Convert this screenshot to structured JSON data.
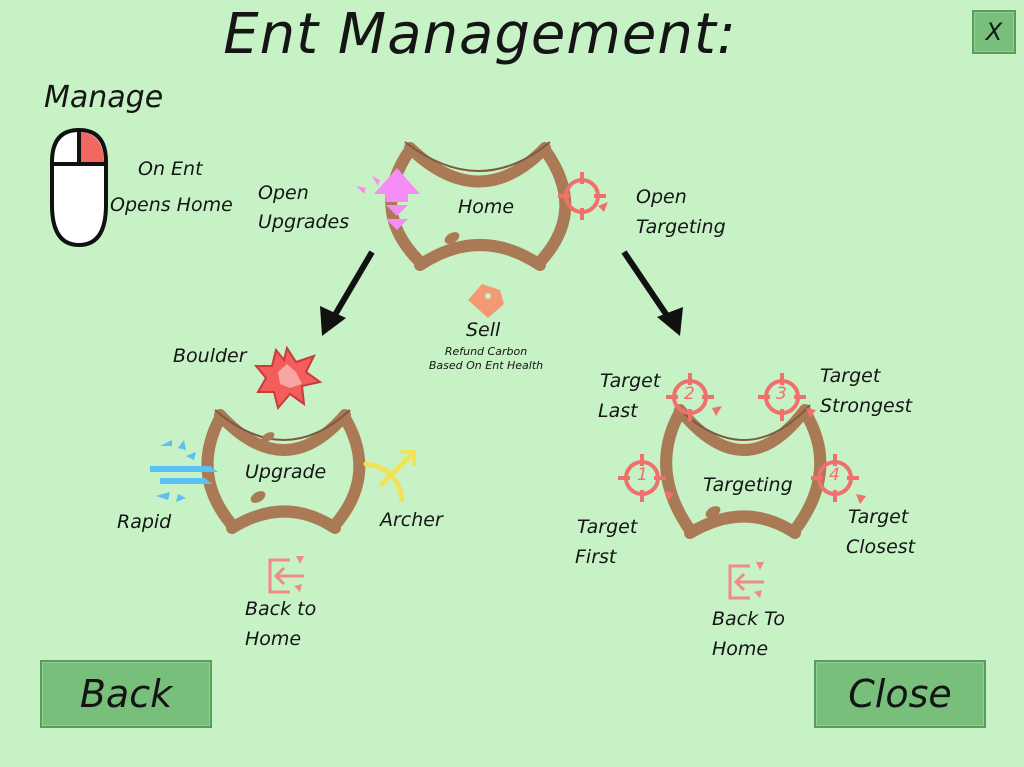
{
  "title": "Ent Management:",
  "close_x": "X",
  "manage": {
    "heading": "Manage",
    "hint_line1": "On Ent",
    "hint_line2": "Opens Home"
  },
  "home": {
    "center": "Home",
    "upgrades_line1": "Open",
    "upgrades_line2": "Upgrades",
    "targeting_line1": "Open",
    "targeting_line2": "Targeting",
    "sell": "Sell",
    "sell_desc_line1": "Refund Carbon",
    "sell_desc_line2": "Based On Ent Health"
  },
  "upgrade": {
    "center": "Upgrade",
    "boulder": "Boulder",
    "rapid": "Rapid",
    "archer": "Archer",
    "back_line1": "Back to",
    "back_line2": "Home"
  },
  "targeting": {
    "center": "Targeting",
    "last_line1": "Target",
    "last_line2": "Last",
    "strongest_line1": "Target",
    "strongest_line2": "Strongest",
    "first_line1": "Target",
    "first_line2": "First",
    "closest_line1": "Target",
    "closest_line2": "Closest",
    "num_first": "1",
    "num_last": "2",
    "num_strongest": "3",
    "num_closest": "4",
    "back_line1": "Back To",
    "back_line2": "Home"
  },
  "buttons": {
    "back": "Back",
    "close": "Close"
  },
  "colors": {
    "background": "#c6f2c6",
    "button": "#77bf7a",
    "branch": "#a97a55",
    "upgrade_icon": "#f58df5",
    "target_icon": "#f0706b",
    "rapid_icon": "#5bc0f3",
    "archer_icon": "#f0e35a",
    "mouse_highlight": "#f2675f"
  }
}
